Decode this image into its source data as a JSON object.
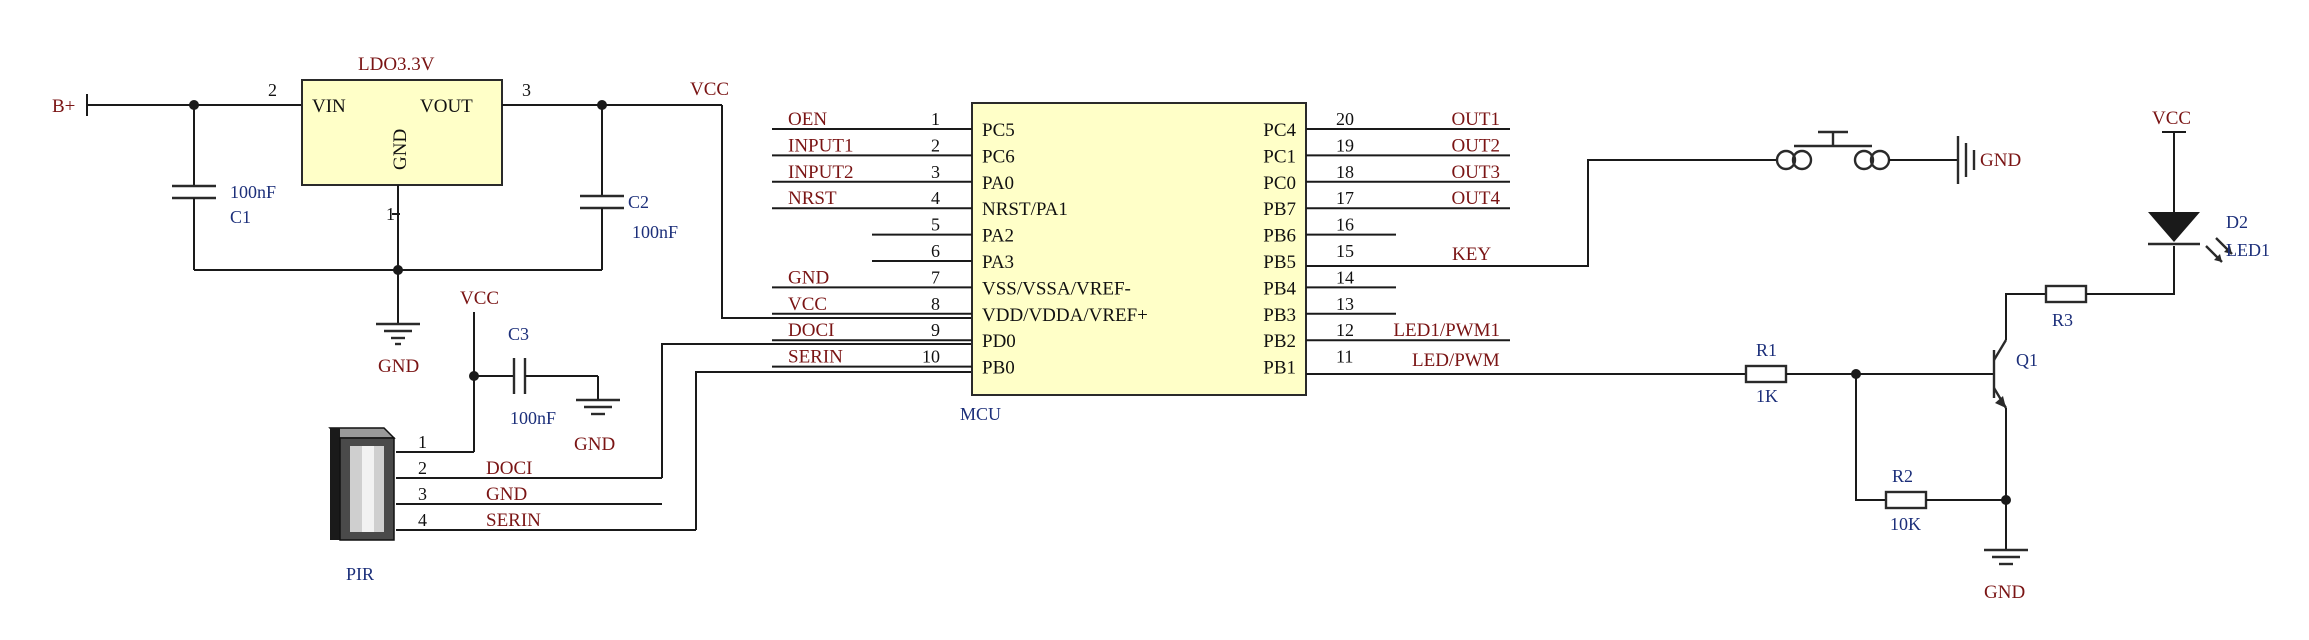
{
  "components": {
    "ldo": {
      "title": "LDO3.3V",
      "vin": "VIN",
      "vout": "VOUT",
      "gnd": "GND",
      "pin_in": "2",
      "pin_out": "3",
      "pin_gnd": "1"
    },
    "c1": {
      "ref": "C1",
      "value": "100nF"
    },
    "c2": {
      "ref": "C2",
      "value": "100nF"
    },
    "c3": {
      "ref": "C3",
      "value": "100nF"
    },
    "r1": {
      "ref": "R1",
      "value": "1K"
    },
    "r2": {
      "ref": "R2",
      "value": "10K"
    },
    "r3": {
      "ref": "R3"
    },
    "q1": {
      "ref": "Q1"
    },
    "d2": {
      "ref": "D2",
      "value": "LED1"
    },
    "pir": {
      "ref": "PIR"
    },
    "mcu": {
      "ref": "MCU"
    }
  },
  "nets": {
    "bplus": "B+",
    "vcc": "VCC",
    "gnd": "GND",
    "key": "KEY",
    "pir_pin1": "1",
    "pir_pin2": "2",
    "pir_pin3": "3",
    "pir_pin4": "4",
    "pir_docki": "DOCI",
    "pir_gnd": "GND",
    "pir_serin": "SERIN",
    "led_pwm": "LED/PWM"
  },
  "mcu_left": [
    {
      "num": "1",
      "func": "PC5",
      "net": "OEN"
    },
    {
      "num": "2",
      "func": "PC6",
      "net": "INPUT1"
    },
    {
      "num": "3",
      "func": "PA0",
      "net": "INPUT2"
    },
    {
      "num": "4",
      "func": "NRST/PA1",
      "net": "NRST"
    },
    {
      "num": "5",
      "func": "PA2",
      "net": ""
    },
    {
      "num": "6",
      "func": "PA3",
      "net": ""
    },
    {
      "num": "7",
      "func": "VSS/VSSA/VREF-",
      "net": "GND"
    },
    {
      "num": "8",
      "func": "VDD/VDDA/VREF+",
      "net": "VCC"
    },
    {
      "num": "9",
      "func": "PD0",
      "net": "DOCI"
    },
    {
      "num": "10",
      "func": "PB0",
      "net": "SERIN"
    }
  ],
  "mcu_right": [
    {
      "num": "20",
      "func": "PC4",
      "net": "OUT1"
    },
    {
      "num": "19",
      "func": "PC1",
      "net": "OUT2"
    },
    {
      "num": "18",
      "func": "PC0",
      "net": "OUT3"
    },
    {
      "num": "17",
      "func": "PB7",
      "net": "OUT4"
    },
    {
      "num": "16",
      "func": "PB6",
      "net": ""
    },
    {
      "num": "15",
      "func": "PB5",
      "net": "KEY"
    },
    {
      "num": "14",
      "func": "PB4",
      "net": ""
    },
    {
      "num": "13",
      "func": "PB3",
      "net": ""
    },
    {
      "num": "12",
      "func": "PB2",
      "net": "LED1/PWM1"
    },
    {
      "num": "11",
      "func": "PB1",
      "net": "LED/PWM"
    }
  ]
}
